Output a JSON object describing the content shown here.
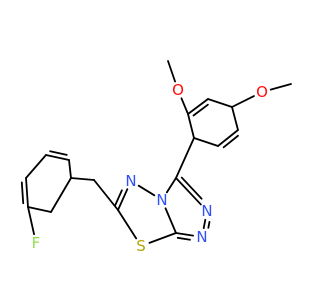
{
  "molecule": {
    "atoms": [
      {
        "id": "o1",
        "symbol": "O",
        "color": "#ff0d0d"
      },
      {
        "id": "o2",
        "symbol": "O",
        "color": "#ff0d0d"
      },
      {
        "id": "n1",
        "symbol": "N",
        "color": "#3050f8"
      },
      {
        "id": "n2",
        "symbol": "N",
        "color": "#3050f8"
      },
      {
        "id": "n3",
        "symbol": "N",
        "color": "#3050f8"
      },
      {
        "id": "n4",
        "symbol": "N",
        "color": "#3050f8"
      },
      {
        "id": "s1",
        "symbol": "S",
        "color": "#b2a600"
      },
      {
        "id": "f1",
        "symbol": "F",
        "color": "#90e050"
      }
    ],
    "bond_color": "#000000",
    "background": "#ffffff"
  }
}
